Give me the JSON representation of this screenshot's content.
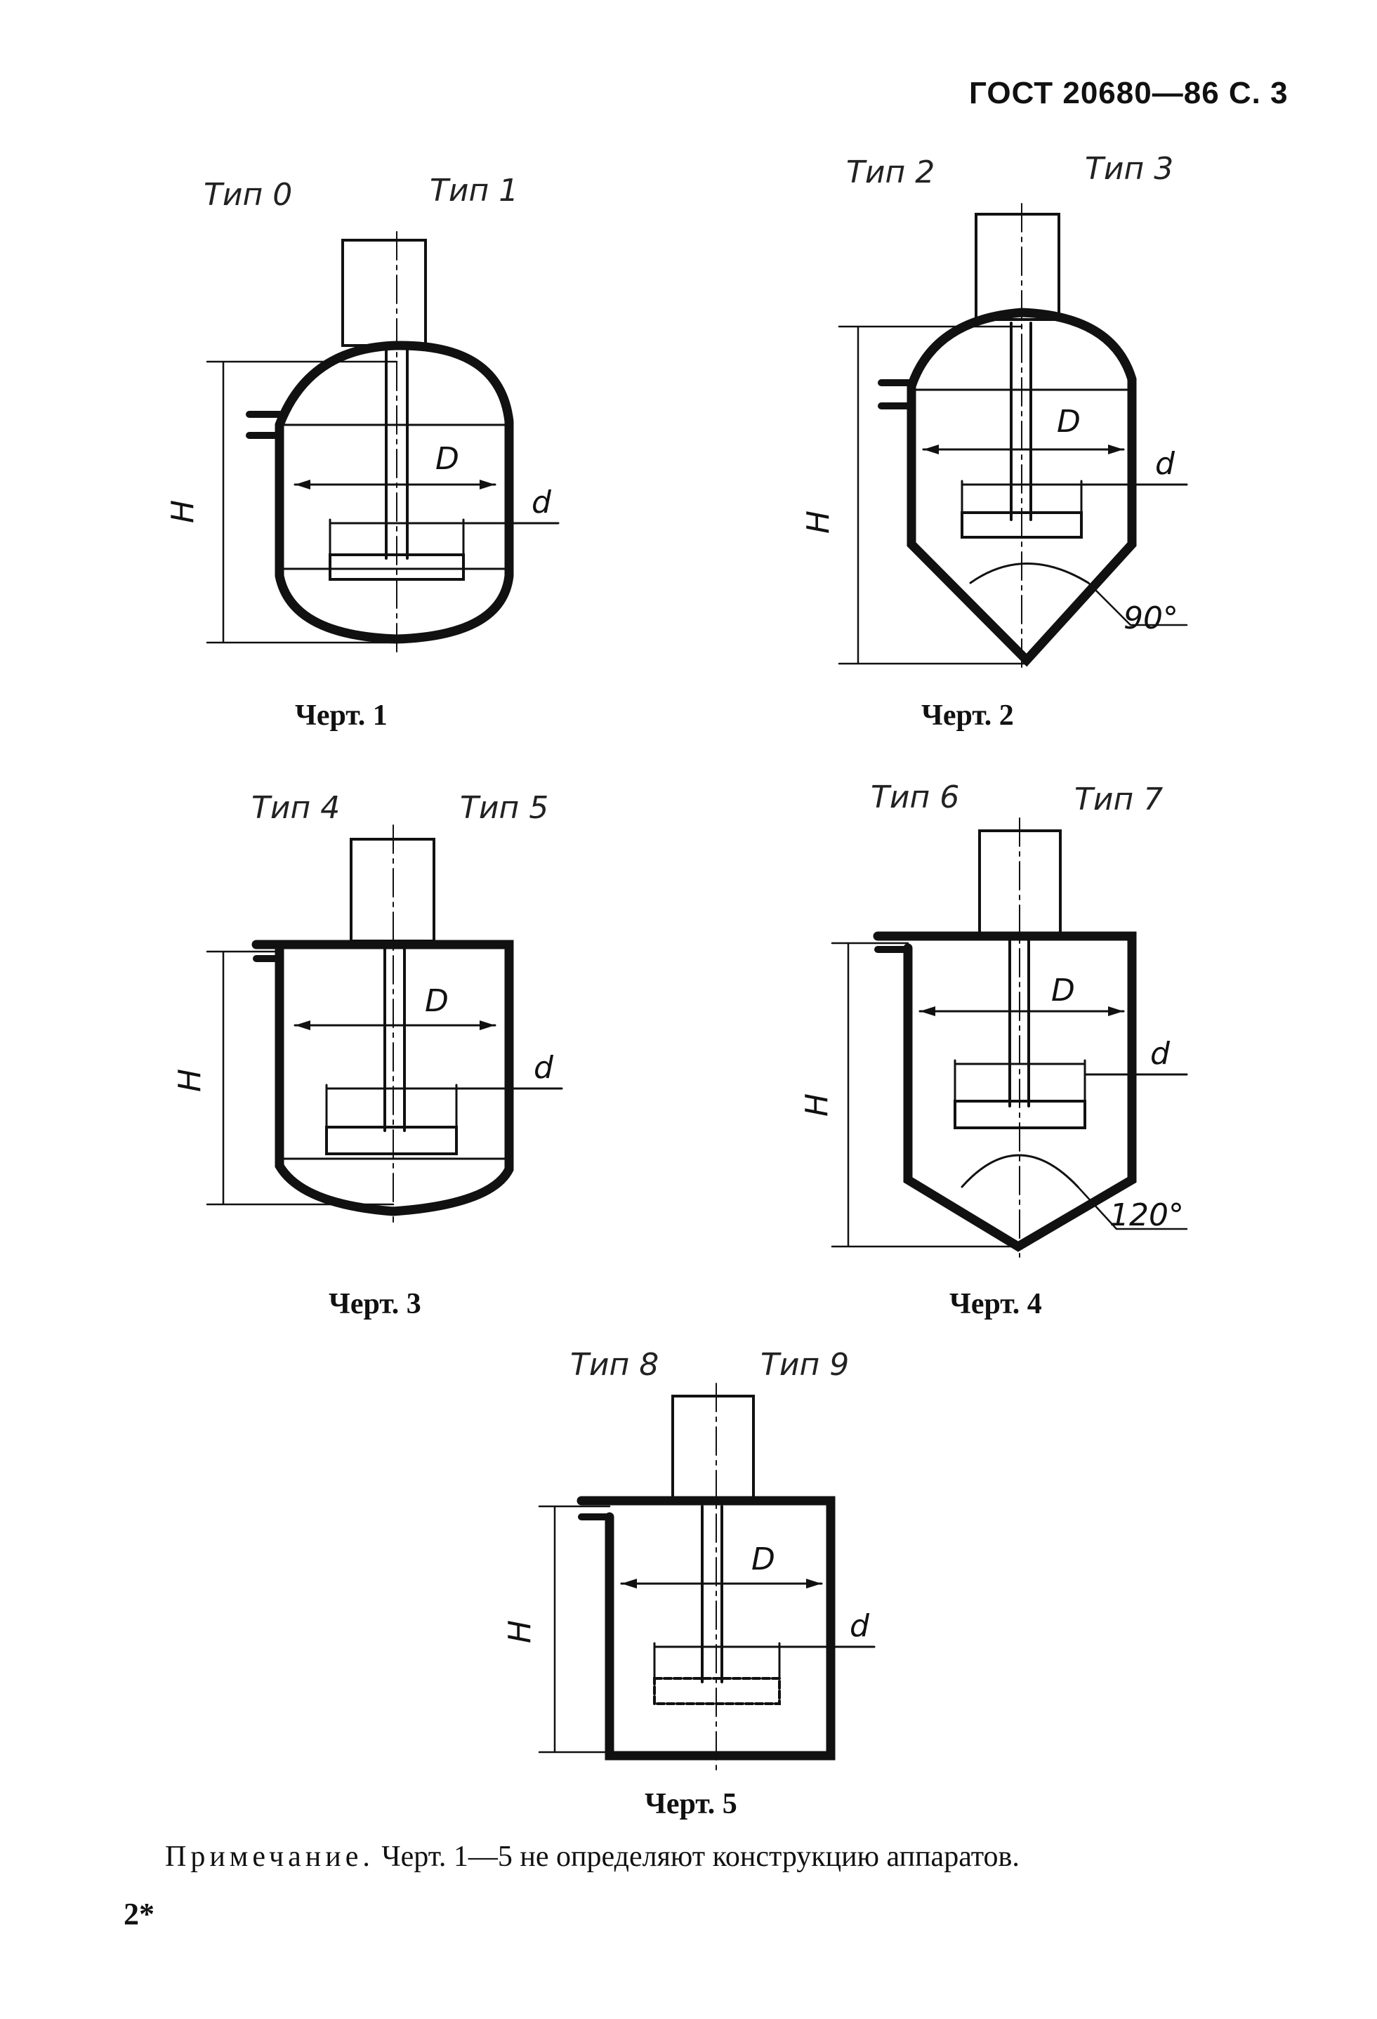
{
  "header": "ГОСТ 20680—86 С. 3",
  "dims": {
    "H": "H",
    "D": "D",
    "d": "d"
  },
  "figures": [
    {
      "caption": "Черт. 1",
      "types": [
        "Тип 0",
        "Тип 1"
      ]
    },
    {
      "caption": "Черт. 2",
      "types": [
        "Тип 2",
        "Тип 3"
      ],
      "angle": "90°"
    },
    {
      "caption": "Черт. 3",
      "types": [
        "Тип 4",
        "Тип 5"
      ]
    },
    {
      "caption": "Черт. 4",
      "types": [
        "Тип 6",
        "Тип 7"
      ],
      "angle": "120°"
    },
    {
      "caption": "Черт. 5",
      "types": [
        "Тип 8",
        "Тип 9"
      ]
    }
  ],
  "note": {
    "lead": "Примечание.",
    "text": " Черт. 1—5 не определяют конструкцию аппаратов."
  },
  "page_number": "2*"
}
